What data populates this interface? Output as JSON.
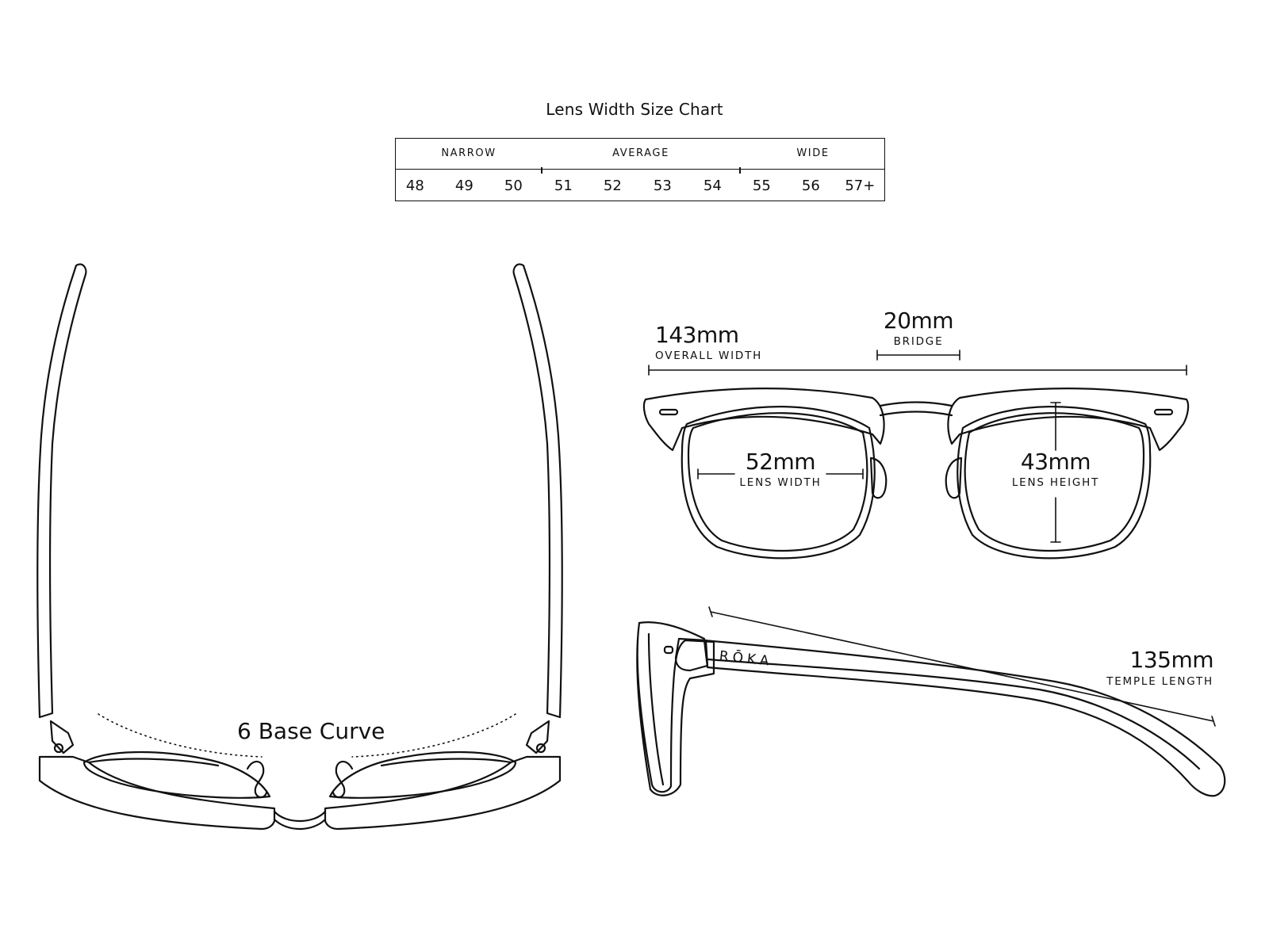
{
  "size_chart": {
    "title": "Lens Width Size Chart",
    "bands": [
      {
        "label": "NARROW",
        "sizes": [
          "48",
          "49",
          "50"
        ]
      },
      {
        "label": "AVERAGE",
        "sizes": [
          "51",
          "52",
          "53",
          "54"
        ]
      },
      {
        "label": "WIDE",
        "sizes": [
          "55",
          "56",
          "57+"
        ]
      }
    ]
  },
  "front_view": {
    "overall_width": {
      "value": "143mm",
      "caption": "OVERALL WIDTH"
    },
    "bridge": {
      "value": "20mm",
      "caption": "BRIDGE"
    },
    "lens_width": {
      "value": "52mm",
      "caption": "LENS WIDTH"
    },
    "lens_height": {
      "value": "43mm",
      "caption": "LENS HEIGHT"
    }
  },
  "side_view": {
    "temple_length": {
      "value": "135mm",
      "caption": "TEMPLE LENGTH"
    },
    "brand_mark": "RŌKA"
  },
  "top_view": {
    "base_curve_label": "6 Base Curve"
  },
  "colors": {
    "line": "#111111",
    "background": "#ffffff"
  }
}
